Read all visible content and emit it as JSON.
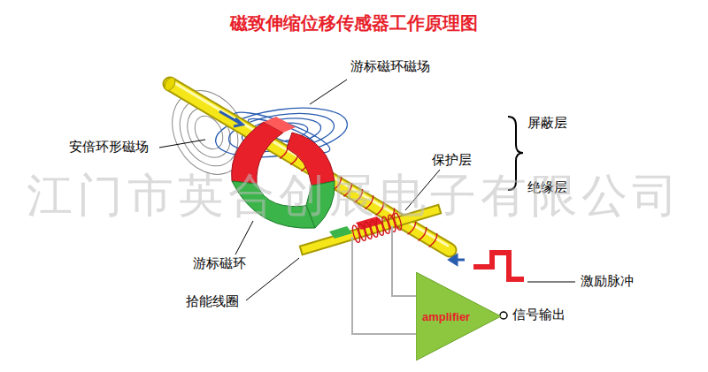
{
  "diagram": {
    "title": "磁致伸缩位移传感器工作原理图",
    "nodes": [
      {
        "text": [
          "amplifier"
        ]
      }
    ],
    "labels": [
      "游标磁环磁场",
      "安倍环形磁场",
      "保护层",
      "屏蔽层",
      "绝缘层",
      "游标磁环",
      "拾能线圈",
      "激励脉冲",
      "信号输出",
      "江门市英合创展电子有限公司"
    ]
  }
}
